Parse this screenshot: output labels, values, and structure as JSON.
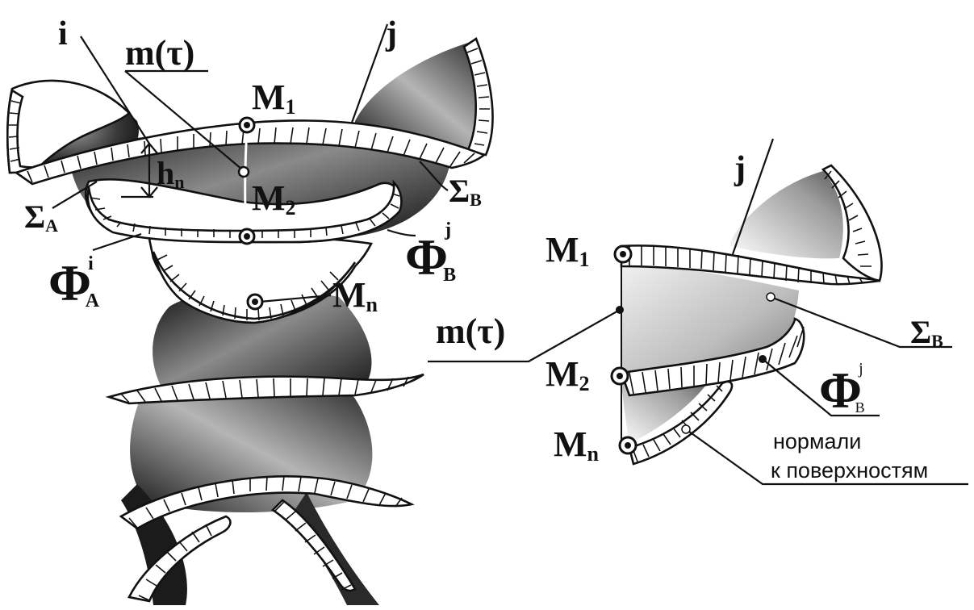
{
  "left_figure": {
    "line_i": "i",
    "line_j": "j",
    "curve_label": "m(τ)",
    "point_m1": {
      "main": "M",
      "sub": "1"
    },
    "point_m2": {
      "main": "M",
      "sub": "2"
    },
    "point_mn": {
      "main": "M",
      "sub": "n"
    },
    "height": {
      "main": "h",
      "sub": "n"
    },
    "sigma_a": {
      "main": "Σ",
      "sub": "A"
    },
    "sigma_b": {
      "main": "Σ",
      "sub": "B"
    },
    "phi_a": {
      "main": "Φ",
      "sub": "A",
      "sup": "i"
    },
    "phi_b": {
      "main": "Φ",
      "sub": "B",
      "sup": "j"
    }
  },
  "right_figure": {
    "line_j": "j",
    "curve_label": "m(τ)",
    "point_m1": {
      "main": "M",
      "sub": "1"
    },
    "point_m2": {
      "main": "M",
      "sub": "2"
    },
    "point_mn": {
      "main": "M",
      "sub": "n"
    },
    "sigma_b": {
      "main": "Σ",
      "sub": "B"
    },
    "phi_b": {
      "main": "Φ",
      "sub": "B",
      "sup": "j"
    },
    "normals_line1": "нормали",
    "normals_line2": "к поверхностям"
  },
  "colors": {
    "ink": "#111111",
    "surface_dark": "#1a1a1a",
    "surface_light": "#d8d8d8",
    "background": "#ffffff"
  }
}
